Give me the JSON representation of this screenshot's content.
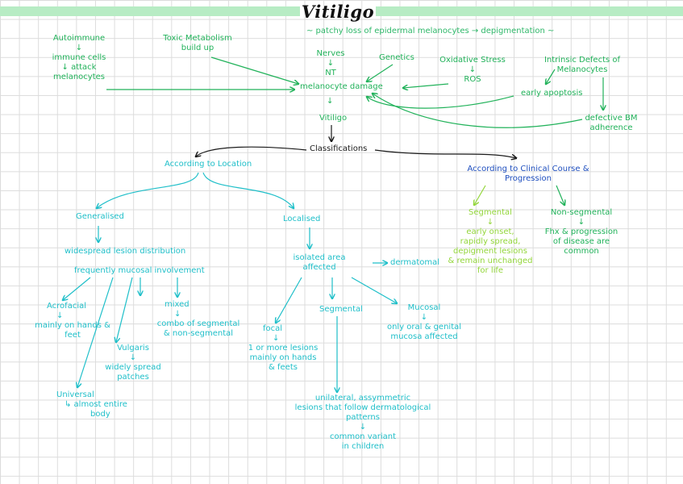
{
  "title": "Vitiligo",
  "subtitle": "~ patchy loss of epidermal melanocytes → depigmentation ~",
  "causes": {
    "autoimmune": [
      "Autoimmune",
      "↓",
      "immune cells",
      "↓ attack",
      "melanocytes"
    ],
    "toxic": [
      "Toxic Metabolism",
      "build up"
    ],
    "nerves": [
      "Nerves",
      "↓",
      "NT"
    ],
    "genetics": "Genetics",
    "oxidative": [
      "Oxidative Stress",
      "↓",
      "ROS"
    ],
    "intrinsic": [
      "Intrinsic Defects of",
      "Melanocytes"
    ],
    "early_apoptosis": "early apoptosis",
    "defective_bm": [
      "defective BM",
      "adherence"
    ],
    "melanocyte_damage": "melanocyte damage",
    "arrow_down": "↓",
    "vitiligo": "Vitiligo"
  },
  "classifications": "Classifications",
  "location": {
    "heading": "According to Location",
    "generalised": "Generalised",
    "generalised_items": [
      "widespread lesion distribution",
      "frequently mucosal involvement"
    ],
    "acrofacial": [
      "Acrofacial",
      "↓",
      "mainly on hands &",
      "feet"
    ],
    "universal": [
      "Universal",
      "↳ almost entire",
      "body"
    ],
    "vulgaris": [
      "Vulgaris",
      "↓",
      "widely spread",
      "patches"
    ],
    "mixed": [
      "mixed",
      "↓",
      "combo of segmental",
      "& non-segmental"
    ],
    "localised": "Localised",
    "isolated": [
      "isolated area",
      "affected"
    ],
    "dermatomal": "dermatomal",
    "focal": [
      "focal",
      "↓",
      "1 or more lesions",
      "mainly on hands",
      "& feets"
    ],
    "segmental": "Segmental",
    "segmental_desc": [
      "unilateral, assymmetric",
      "lesions that follow dermatological",
      "patterns",
      "↓",
      "common variant",
      "in children"
    ],
    "mucosal": [
      "Mucosal",
      "↓",
      "only oral & genital",
      "mucosa affected"
    ]
  },
  "clinical": {
    "heading": [
      "According to Clinical Course &",
      "Progression"
    ],
    "segmental": [
      "Segmental",
      "↓",
      "early onset,",
      "rapidly spread,",
      "depigment lesions",
      "& remain unchanged",
      "for life"
    ],
    "non_segmental": [
      "Non-segmental",
      "↓",
      "Fhx & progression",
      "of disease are",
      "common"
    ]
  },
  "colors": {
    "green": "#21b25a",
    "black": "#1a1a1a",
    "blue": "#1f4fbf",
    "lime": "#93d63a",
    "cyan": "#1fbfc9",
    "banner": "#b7ecc4",
    "grid": "#dcdcdc"
  }
}
